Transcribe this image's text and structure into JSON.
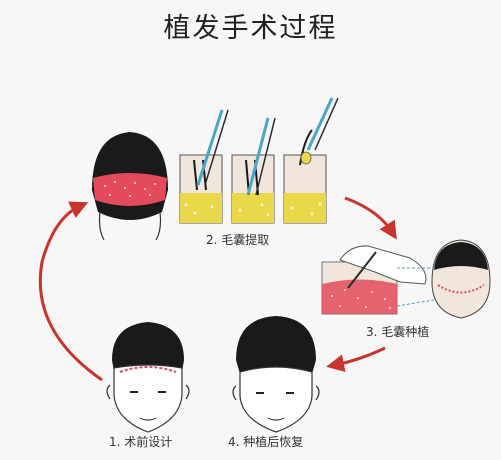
{
  "title": "植发手术过程",
  "steps": [
    {
      "label": "1. 术前设计"
    },
    {
      "label": "2. 毛囊提取"
    },
    {
      "label": "3. 毛囊种植"
    },
    {
      "label": "4. 种植后恢复"
    }
  ],
  "colors": {
    "arrow": "#c9352e",
    "hair": "#1a1a1a",
    "scalp_red": "#e34a5c",
    "follicle_yellow": "#e8d84a",
    "tool_blue": "#4aa6c8",
    "skin": "#f0e6dc"
  }
}
